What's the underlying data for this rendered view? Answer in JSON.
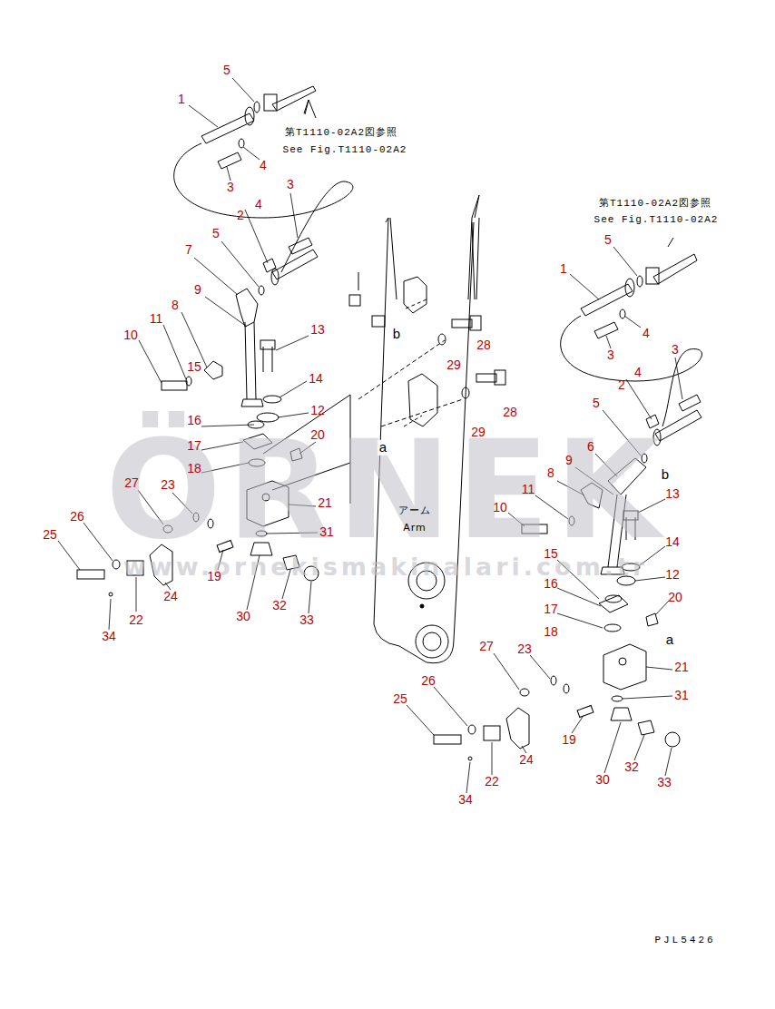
{
  "diagram": {
    "labels": [
      "ÖRNEK",
      "www.ornekismakinalari.com.tr",
      "5",
      "1",
      "4",
      "3",
      "3",
      "2",
      "4",
      "5",
      "7",
      "9",
      "8",
      "11",
      "10",
      "15",
      "13",
      "14",
      "12",
      "16",
      "17",
      "18",
      "20",
      "21",
      "23",
      "27",
      "26",
      "25",
      "22",
      "24",
      "34",
      "19",
      "30",
      "32",
      "33",
      "31",
      "b",
      "28",
      "29",
      "28",
      "29",
      "a",
      "アーム",
      "Arm",
      "5",
      "1",
      "3",
      "4",
      "3",
      "2",
      "4",
      "5",
      "6",
      "9",
      "8",
      "b",
      "11",
      "10",
      "13",
      "15",
      "14",
      "12",
      "16",
      "20",
      "a",
      "17",
      "18",
      "21",
      "27",
      "23",
      "26",
      "25",
      "31",
      "19",
      "24",
      "30",
      "32",
      "33",
      "22",
      "34",
      "第T1110-02A2図参照",
      "See Fig.T1110-02A2",
      "第T1110-02A2図参照",
      "See Fig.T1110-02A2",
      "PJL5426"
    ]
  }
}
